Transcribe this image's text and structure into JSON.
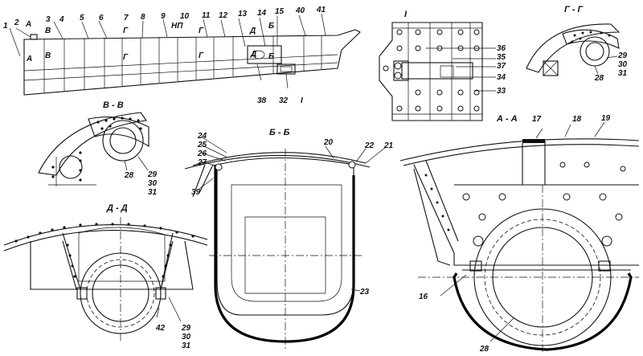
{
  "top_view": {
    "numbers": [
      "1",
      "2",
      "3",
      "4",
      "5",
      "6",
      "7",
      "8",
      "9",
      "10",
      "11",
      "12",
      "13",
      "14",
      "15",
      "40",
      "41"
    ],
    "section_marks": [
      "А",
      "В",
      "Г",
      "НП",
      "Д",
      "Б"
    ],
    "bottom_numbers": [
      "38",
      "32",
      "I"
    ]
  },
  "detail_I": {
    "title": "I",
    "numbers": [
      "36",
      "35",
      "37",
      "34",
      "33"
    ]
  },
  "section_GG": {
    "title": "Г - Г",
    "numbers": [
      "29",
      "30",
      "31",
      "28"
    ]
  },
  "section_VV": {
    "title": "В - В",
    "numbers": [
      "28",
      "29",
      "30",
      "31"
    ]
  },
  "section_BB": {
    "title": "Б - Б",
    "numbers": [
      "24",
      "25",
      "26",
      "27",
      "20",
      "22",
      "21",
      "39",
      "23"
    ]
  },
  "section_AA": {
    "title": "А - А",
    "numbers": [
      "17",
      "18",
      "19",
      "16",
      "28"
    ]
  },
  "section_DD": {
    "title": "Д - Д",
    "numbers": [
      "42",
      "29",
      "30",
      "31"
    ]
  }
}
